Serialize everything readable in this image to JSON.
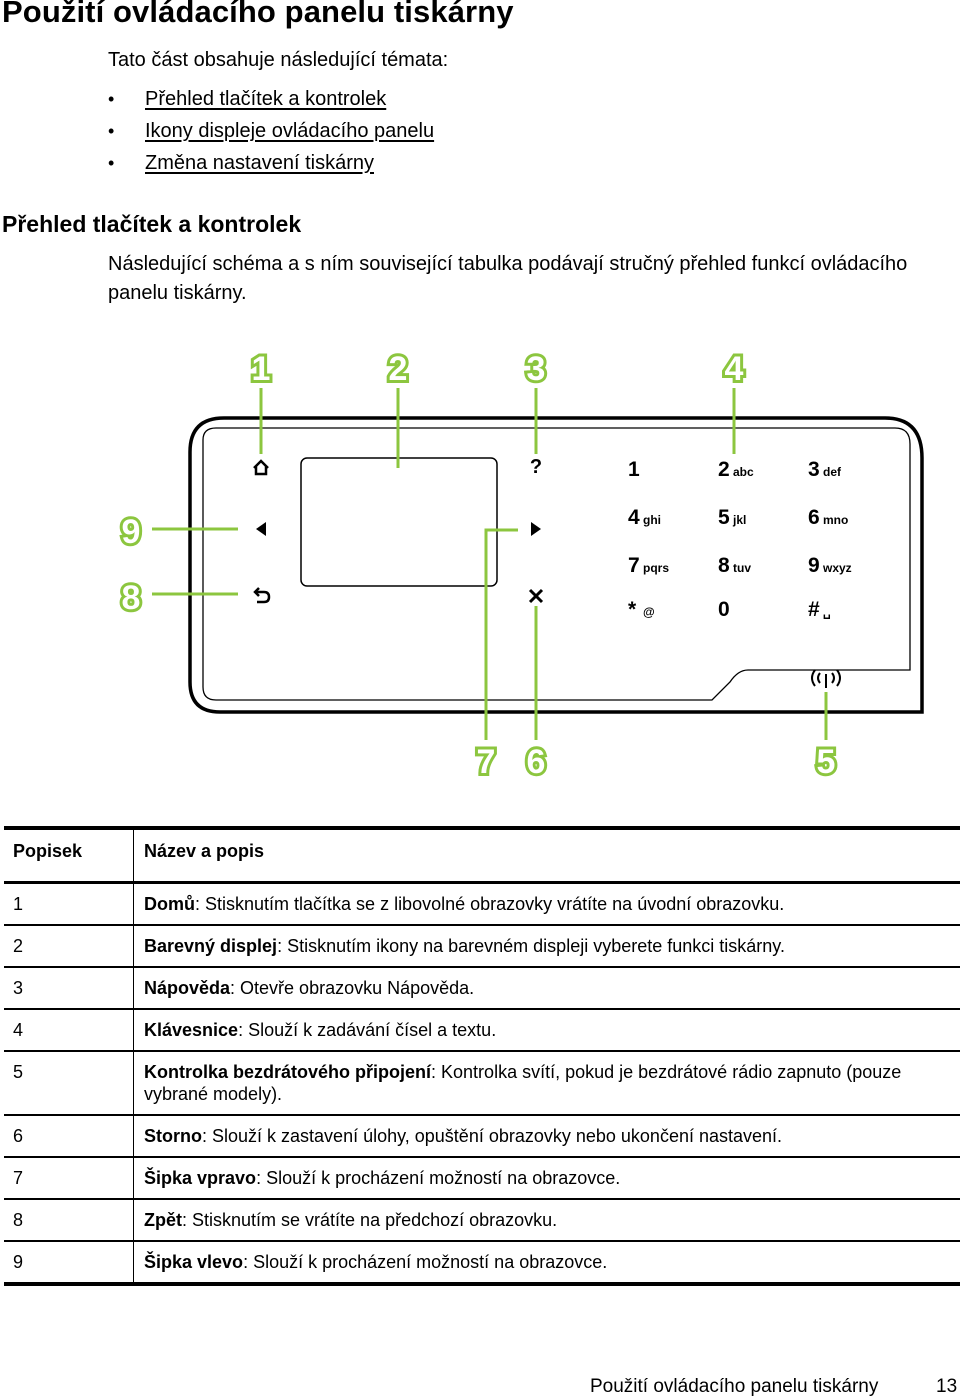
{
  "title": "Použití ovládacího panelu tiskárny",
  "intro": "Tato část obsahuje následující témata:",
  "topics": [
    "Přehled tlačítek a kontrolek",
    "Ikony displeje ovládacího panelu",
    "Změna nastavení tiskárny"
  ],
  "section_title": "Přehled tlačítek a kontrolek",
  "section_lead": "Následující schéma a s ním související tabulka podávají stručný přehled funkcí ovládacího panelu tiskárny.",
  "diagram": {
    "callouts": [
      "1",
      "2",
      "3",
      "4",
      "5",
      "6",
      "7",
      "8",
      "9"
    ],
    "callout_color": "#8cc63f",
    "icons": [
      "home-icon",
      "help-icon",
      "left-arrow-icon",
      "right-arrow-icon",
      "back-icon",
      "cancel-icon",
      "wireless-icon"
    ],
    "keypad": [
      {
        "digit": "1",
        "letters": ""
      },
      {
        "digit": "2",
        "letters": "abc"
      },
      {
        "digit": "3",
        "letters": "def"
      },
      {
        "digit": "4",
        "letters": "ghi"
      },
      {
        "digit": "5",
        "letters": "jkl"
      },
      {
        "digit": "6",
        "letters": "mno"
      },
      {
        "digit": "7",
        "letters": "pqrs"
      },
      {
        "digit": "8",
        "letters": "tuv"
      },
      {
        "digit": "9",
        "letters": "wxyz"
      },
      {
        "digit": "*",
        "letters": "@"
      },
      {
        "digit": "0",
        "letters": ""
      },
      {
        "digit": "#",
        "letters": "␣"
      }
    ]
  },
  "table": {
    "headers": [
      "Popisek",
      "Název a popis"
    ],
    "rows": [
      {
        "label": "1",
        "name": "Domů",
        "desc": ": Stisknutím tlačítka se z libovolné obrazovky vrátíte na úvodní obrazovku."
      },
      {
        "label": "2",
        "name": "Barevný displej",
        "desc": ": Stisknutím ikony na barevném displeji vyberete funkci tiskárny."
      },
      {
        "label": "3",
        "name": "Nápověda",
        "desc": ": Otevře obrazovku Nápověda."
      },
      {
        "label": "4",
        "name": "Klávesnice",
        "desc": ": Slouží k zadávání čísel a textu."
      },
      {
        "label": "5",
        "name": "Kontrolka bezdrátového připojení",
        "desc": ": Kontrolka svítí, pokud je bezdrátové rádio zapnuto (pouze vybrané modely)."
      },
      {
        "label": "6",
        "name": "Storno",
        "desc": ": Slouží k zastavení úlohy, opuštění obrazovky nebo ukončení nastavení."
      },
      {
        "label": "7",
        "name": "Šipka vpravo",
        "desc": ": Slouží k procházení možností na obrazovce."
      },
      {
        "label": "8",
        "name": "Zpět",
        "desc": ": Stisknutím se vrátíte na předchozí obrazovku."
      },
      {
        "label": "9",
        "name": "Šipka vlevo",
        "desc": ": Slouží k procházení možností na obrazovce."
      }
    ]
  },
  "footer": {
    "text": "Použití ovládacího panelu tiskárny",
    "page": "13"
  }
}
